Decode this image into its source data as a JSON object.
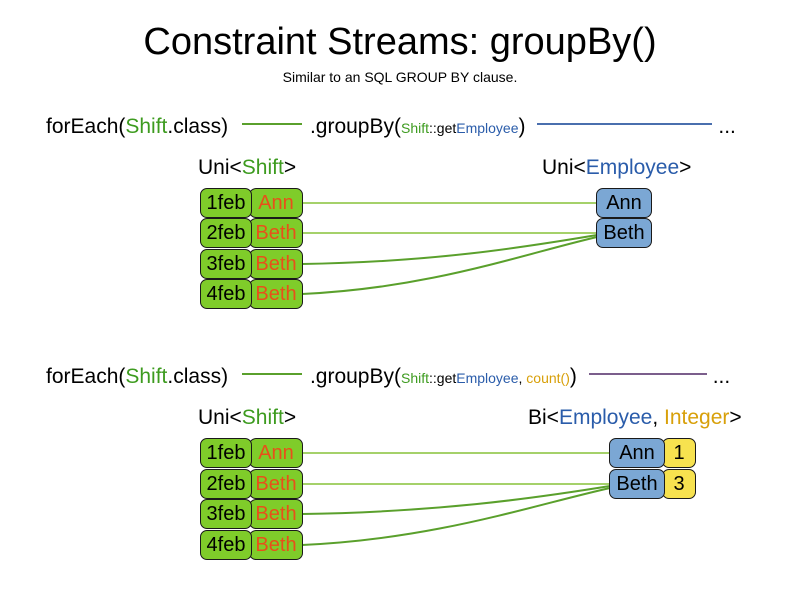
{
  "page": {
    "title": "Constraint Streams: groupBy()",
    "subtitle": "Similar to an SQL GROUP BY clause."
  },
  "colors": {
    "shift_box_fill": "#7FCC2A",
    "shift_name_text": "#E8501A",
    "employee_box_fill": "#7BA7D4",
    "count_box_fill": "#F7E24F",
    "token_green": "#3D9B1F",
    "token_blue": "#2A5CAA",
    "token_amber": "#D8A00A",
    "connector_green": "#5AA02C",
    "connector_blue": "#4A6FAE",
    "connector_purple": "#7B5E8C",
    "link_line_light_green": "#A5D16A",
    "link_line_dark_green": "#5AA02C"
  },
  "sections": [
    {
      "id": "section-1",
      "code": {
        "for_each": "forEach(",
        "for_each_type": "Shift",
        "for_each_suffix": ".class)",
        "group_by": ".groupBy(",
        "arg_class": "Shift",
        "arg_sep": "::get",
        "arg_prop": "Employee",
        "group_by_suffix": ")",
        "ellipsis": "..."
      },
      "left_type": {
        "prefix": "Uni<",
        "generic": "Shift",
        "suffix": ">"
      },
      "right_type": {
        "prefix": "Uni<",
        "generic": "Employee",
        "suffix": ">"
      },
      "shifts": [
        {
          "date": "1feb",
          "employee": "Ann"
        },
        {
          "date": "2feb",
          "employee": "Beth"
        },
        {
          "date": "3feb",
          "employee": "Beth"
        },
        {
          "date": "4feb",
          "employee": "Beth"
        }
      ],
      "groups": [
        {
          "employee": "Ann"
        },
        {
          "employee": "Beth"
        }
      ]
    },
    {
      "id": "section-2",
      "code": {
        "for_each": "forEach(",
        "for_each_type": "Shift",
        "for_each_suffix": ".class)",
        "group_by": ".groupBy(",
        "arg_class": "Shift",
        "arg_sep": "::get",
        "arg_prop": "Employee",
        "arg_comma": ", ",
        "arg_collector": "count()",
        "group_by_suffix": ")",
        "ellipsis": "..."
      },
      "left_type": {
        "prefix": "Uni<",
        "generic": "Shift",
        "suffix": ">"
      },
      "right_type": {
        "prefix": "Bi<",
        "generic": "Employee",
        "comma": ", ",
        "generic2": "Integer",
        "suffix": ">"
      },
      "shifts": [
        {
          "date": "1feb",
          "employee": "Ann"
        },
        {
          "date": "2feb",
          "employee": "Beth"
        },
        {
          "date": "3feb",
          "employee": "Beth"
        },
        {
          "date": "4feb",
          "employee": "Beth"
        }
      ],
      "groups": [
        {
          "employee": "Ann",
          "count": "1"
        },
        {
          "employee": "Beth",
          "count": "3"
        }
      ]
    }
  ]
}
